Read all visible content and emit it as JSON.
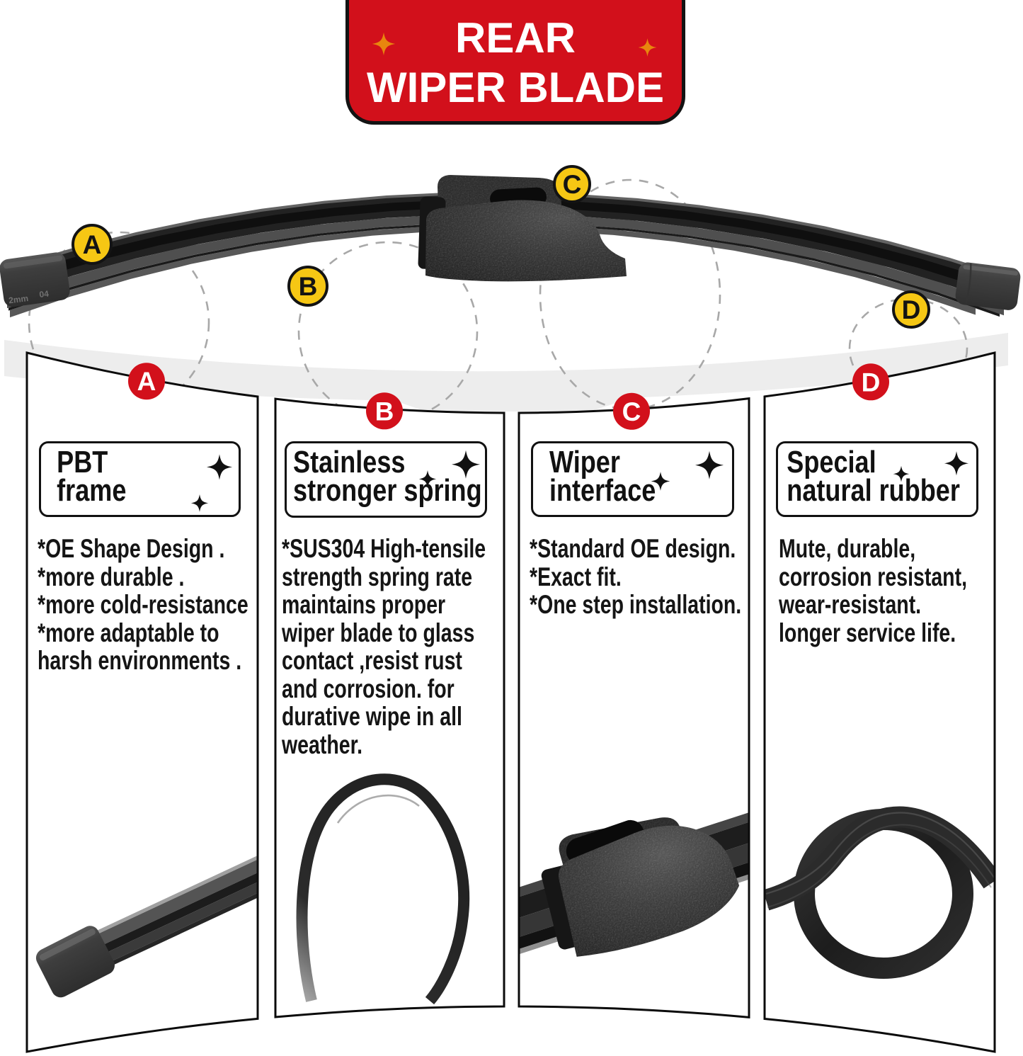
{
  "badge": {
    "line1": "REAR",
    "line2": "WIPER BLADE"
  },
  "blade": {
    "markings": [
      "2mm",
      "04"
    ],
    "labels": [
      "A",
      "B",
      "C",
      "D"
    ]
  },
  "panels": [
    {
      "letter": "A",
      "title_lines": [
        "PBT",
        "frame"
      ],
      "body_lines": [
        "*OE Shape Design .",
        "*more durable .",
        "*more cold-resistance",
        "*more adaptable to",
        "harsh environments ."
      ]
    },
    {
      "letter": "B",
      "title_lines": [
        "Stainless",
        "stronger spring"
      ],
      "body_lines": [
        "*SUS304 High-tensile",
        "strength spring rate",
        "maintains proper",
        "wiper blade to glass",
        "contact ,resist rust",
        "and corrosion. for",
        "durative wipe in all",
        "weather."
      ]
    },
    {
      "letter": "C",
      "title_lines": [
        "Wiper",
        "interface"
      ],
      "body_lines": [
        "*Standard OE design.",
        "*Exact fit.",
        "*One step installation."
      ]
    },
    {
      "letter": "D",
      "title_lines": [
        "Special",
        "natural rubber"
      ],
      "body_lines": [
        "Mute, durable,",
        "corrosion resistant,",
        "wear-resistant.",
        "longer service life."
      ]
    }
  ],
  "colors": {
    "red": "#D2101B",
    "yellow": "#F6C714",
    "orange": "#E8860E",
    "ink": "#111111",
    "panel-border": "#0b0b0b",
    "dash": "#a8a8a8",
    "reflection": "#ededed",
    "white": "#ffffff"
  }
}
